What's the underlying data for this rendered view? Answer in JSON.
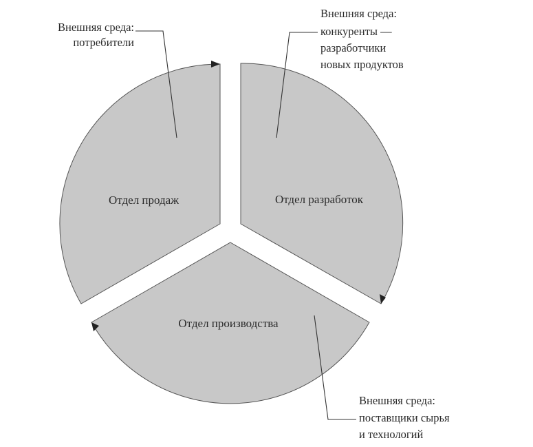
{
  "sectors": {
    "sales": "Отдел продаж",
    "development": "Отдел разработок",
    "production": "Отдел производства"
  },
  "external": {
    "consumers": [
      "Внешняя среда:",
      "потребители"
    ],
    "competitors": [
      "Внешняя среда:",
      "конкуренты —",
      "разработчики",
      "новых продуктов"
    ],
    "suppliers": [
      "Внешняя среда:",
      "поставщики сырья",
      "и технологий"
    ]
  }
}
